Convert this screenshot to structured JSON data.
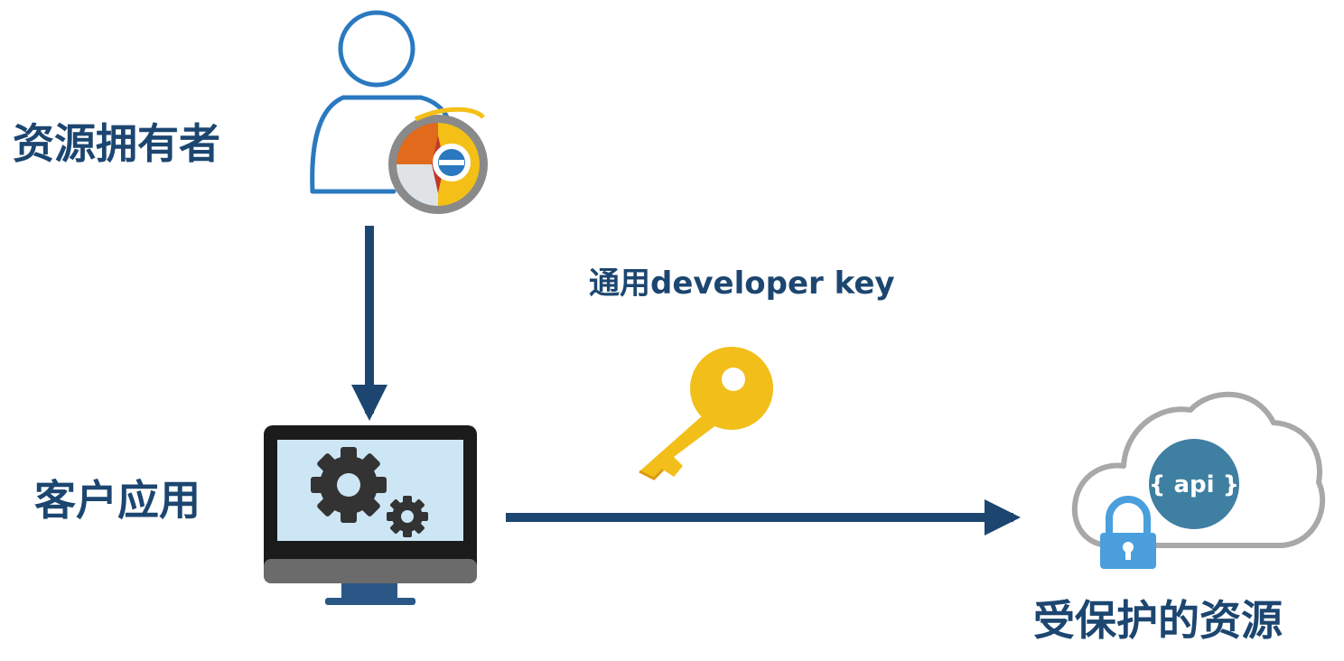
{
  "nodes": {
    "resource_owner": {
      "label": "资源拥有者",
      "icon": "user-browser-icon"
    },
    "client_app": {
      "label": "客户应用",
      "icon": "computer-gears-icon"
    },
    "protected_resource": {
      "label": "受保护的资源",
      "icon": "cloud-api-lock-icon",
      "badge": "{ api }"
    }
  },
  "edges": {
    "owner_to_client": {
      "from": "resource_owner",
      "to": "client_app"
    },
    "client_to_resource": {
      "from": "client_app",
      "to": "protected_resource",
      "label": "通用developer key",
      "icon": "key-icon"
    }
  },
  "colors": {
    "text": "#1c4670",
    "arrow": "#1c4670",
    "user_outline": "#2a79c0",
    "screen": "#cde6f5",
    "gear": "#333333",
    "key": "#f2be1a",
    "cloud_outline": "#a8a8a8",
    "api_circle": "#3f7fa1",
    "lock": "#4a9fdc"
  }
}
